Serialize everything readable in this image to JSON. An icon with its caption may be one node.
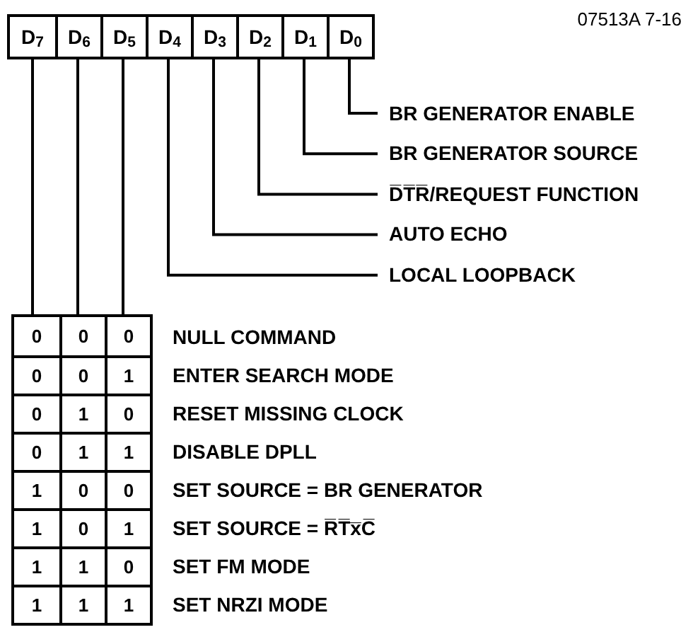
{
  "diagram": {
    "nodes": [
      {
        "text": [],
        "shape": "box"
      },
      {
        "text": [
          "D$_{7}$"
        ],
        "in": 0
      },
      {
        "text": [
          "D$_{6}$"
        ],
        "in": 0
      },
      {
        "text": [
          "D$_{5}$"
        ],
        "in": 0
      },
      {
        "text": [
          "D$_{4}$"
        ],
        "in": 0
      },
      {
        "text": [
          "D$_{3}$"
        ],
        "in": 0
      },
      {
        "text": [
          "D$_{2}$"
        ],
        "in": 0
      },
      {
        "text": [
          "D$_{1}$"
        ],
        "in": 0
      },
      {
        "text": [
          "D$_{0}$"
        ],
        "in": 0
      },
      {
        "text": [
          "BR GENERATOR ENABLE"
        ]
      },
      {
        "text": [
          "BR GENERATOR SOURCE"
        ]
      },
      {
        "text": [
          "D̅T̅R̅/REQUEST FUNCTION"
        ]
      },
      {
        "text": [
          "AUTO ECHO"
        ]
      },
      {
        "text": [
          "LOCAL LOOPBACK"
        ]
      },
      {
        "text": [],
        "shape": "box"
      }
    ],
    "edges": [
      {
        "from": 8,
        "to": 9,
        "arrow": "none"
      },
      {
        "from": 7,
        "to": 10,
        "arrow": "none"
      },
      {
        "from": 6,
        "to": 11,
        "arrow": "none"
      },
      {
        "from": 5,
        "to": 12,
        "arrow": "none"
      },
      {
        "from": 4,
        "to": 13,
        "arrow": "none"
      },
      {
        "from": 1,
        "to": 14,
        "arrow": "none"
      },
      {
        "from": 2,
        "to": 14,
        "arrow": "none"
      },
      {
        "from": 3,
        "to": 14,
        "arrow": "none"
      }
    ],
    "labels": [
      "07513A 7-16",
      "0",
      "0",
      "0",
      "NULL COMMAND",
      "0",
      "0",
      "1",
      "ENTER SEARCH MODE",
      "0",
      "1",
      "0",
      "RESET MISSING CLOCK",
      "0",
      "1",
      "1",
      "DISABLE DPLL",
      "1",
      "0",
      "0",
      "SET SOURCE = BR GENERATOR",
      "1",
      "0",
      "1",
      "SET SOURCE = R̅T̅x̅C̅",
      "1",
      "1",
      "0",
      "SET FM MODE",
      "1",
      "1",
      "1",
      "SET NRZI MODE"
    ]
  }
}
